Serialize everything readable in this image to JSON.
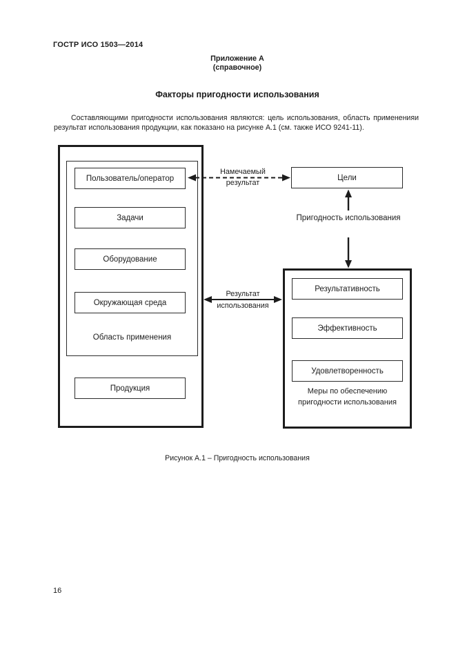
{
  "header": {
    "doc_number": "ГОСТР ИСО 1503—2014",
    "annex_line1": "Приложение А",
    "annex_line2": "(справочное)",
    "title": "Факторы пригодности использования"
  },
  "intro": {
    "text": "Составляющими пригодности использования являются: цель использования, область примененияи результат использования продукции, как показано на рисунке А.1 (см. также ИСО 9241-11)."
  },
  "diagram": {
    "context": {
      "items": [
        "Пользователь/оператор",
        "Задачи",
        "Оборудование",
        "Окружающая среда"
      ],
      "scope_label": "Область применения",
      "product_label": "Продукция"
    },
    "goals_label": "Цели",
    "usability_label": "Пригодность использования",
    "measures": {
      "items": [
        "Результативность",
        "Эффективность",
        "Удовлетворенность"
      ],
      "label_line1": "Меры по обеспечению",
      "label_line2": "пригодности использования"
    },
    "arrow_labels": {
      "intended_line1": "Намечаемый",
      "intended_line2": "результат",
      "result_line1": "Результат",
      "result_line2": "использования"
    }
  },
  "figure": {
    "caption": "Рисунок А.1 – Пригодность использования"
  },
  "footer": {
    "page_number": "16"
  },
  "colors": {
    "ink": "#1c1c1c",
    "background": "#ffffff"
  }
}
